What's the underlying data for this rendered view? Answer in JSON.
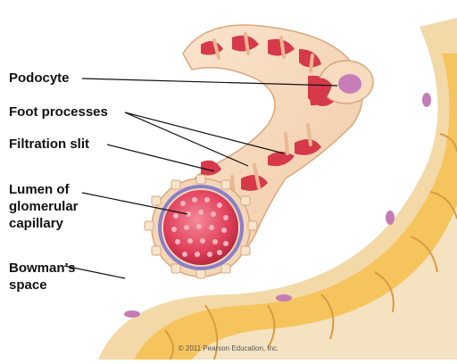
{
  "labels": {
    "podocyte": "Podocyte",
    "foot_processes": "Foot processes",
    "filtration_slit": "Filtration slit",
    "lumen": [
      "Lumen of",
      "glomerular",
      "capillary"
    ],
    "bowmans_space": [
      "Bowman’s",
      "space"
    ]
  },
  "copyright": "© 2011 Pearson Education, Inc.",
  "colors": {
    "capsule_outer": "#f2d49a",
    "capsule_cells": "#f7c85a",
    "cell_outline": "#e0a24a",
    "cell_nucleus": "#c77db8",
    "podocyte_body": "#f7dcc0",
    "foot_process_red": "#d63a4a",
    "capillary_lumen": "#e0405a",
    "basement_membrane": "#8c7fc8"
  }
}
